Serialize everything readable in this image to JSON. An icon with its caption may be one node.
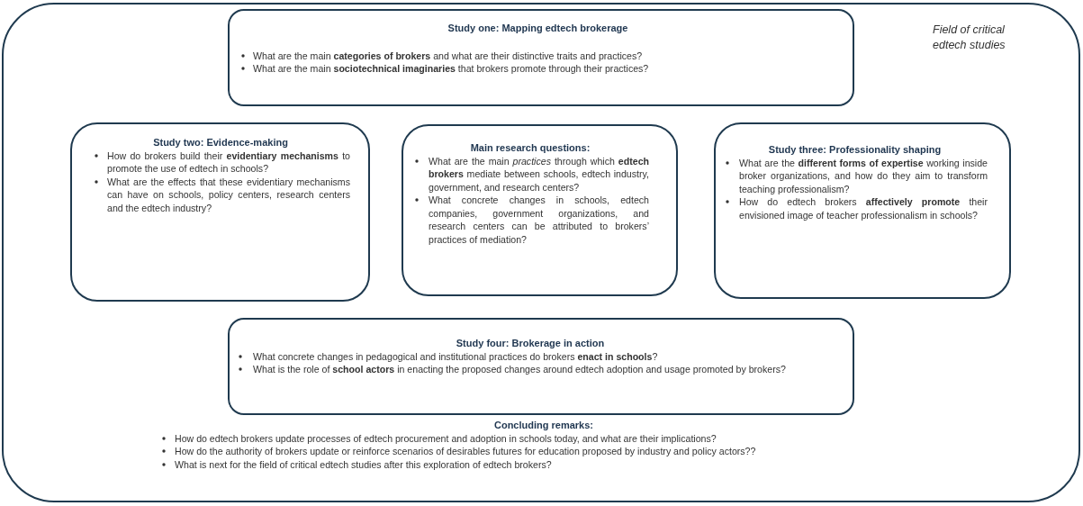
{
  "diagram": {
    "nodes": [
      {
        "text": [
          "Field of critical edtech studies"
        ]
      },
      {
        "text": [
          "Study one: Mapping edtech brokerage",
          "What are the main **categories of brokers** and what are their distinctive traits and practices?",
          "What are the main **sociotechnical imaginaries** that brokers promote through their practices?"
        ],
        "in": 0
      },
      {
        "text": [
          "Study two: Evidence-making",
          "How do brokers build their **evidentiary mechanisms** to promote the use of edtech in schools?",
          "What are the effects that these evidentiary mechanisms can have on schools, policy centers, research centers and the edtech industry?"
        ],
        "in": 0
      },
      {
        "text": [
          "Main research questions:",
          "What are the main *practices* through which **edtech brokers** mediate between schools, edtech industry, government, and research centers?",
          "What concrete changes in schools, edtech companies, government organizations, and research centers can be attributed to brokers’ practices of mediation?"
        ],
        "in": 0
      },
      {
        "text": [
          "Study three: Professionality shaping",
          "What are the **different forms of expertise** working inside broker organizations, and how do they aim to transform teaching professionalism?",
          "How do edtech brokers **affectively promote** their envisioned image of teacher professionalism in schools?"
        ],
        "in": 0
      },
      {
        "text": [
          "Study four: Brokerage in action",
          "What concrete changes in pedagogical and institutional practices do brokers **enact in schools**?",
          "What is the role of **school actors** in enacting the proposed changes around edtech adoption and usage promoted by brokers?"
        ],
        "in": 0
      }
    ],
    "edges": [],
    "labels": [
      "Concluding remarks:",
      "How do edtech brokers update processes of edtech procurement and adoption in schools today, and what are their implications?",
      "How do the authority of brokers update or reinforce scenarios of desirables futures for education proposed by industry and policy actors??",
      "What is next for the field of critical edtech studies after this exploration of edtech brokers?"
    ]
  }
}
